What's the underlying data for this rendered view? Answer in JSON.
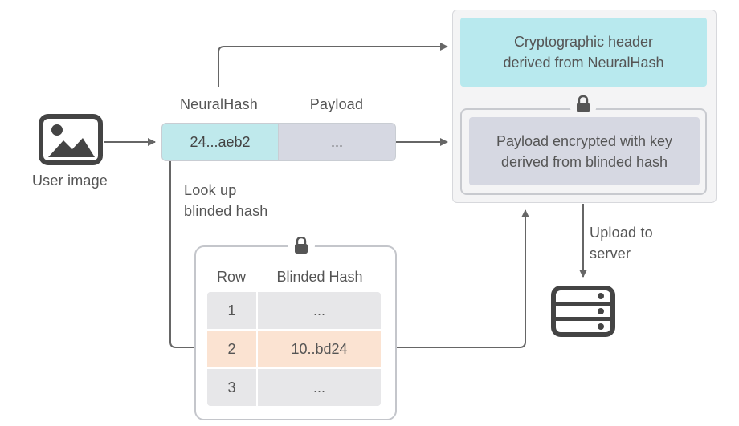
{
  "user_image": {
    "label": "User image",
    "icon": "image-icon"
  },
  "record": {
    "neuralhash_label": "NeuralHash",
    "payload_label": "Payload",
    "hash_value": "24...aeb2",
    "payload_value": "..."
  },
  "lookup_label": [
    "Look up",
    "blinded hash"
  ],
  "table": {
    "lock_icon": "lock-icon",
    "headers": {
      "row": "Row",
      "hash": "Blinded Hash"
    },
    "rows": [
      {
        "row": "1",
        "hash": "...",
        "highlight": false
      },
      {
        "row": "2",
        "hash": "10..bd24",
        "highlight": true
      },
      {
        "row": "3",
        "hash": "...",
        "highlight": false
      }
    ]
  },
  "voucher": {
    "header_text": [
      "Cryptographic header",
      "derived from NeuralHash"
    ],
    "lock_icon": "lock-icon",
    "payload_text": [
      "Payload encrypted with key",
      "derived from blinded hash"
    ]
  },
  "upload_label": [
    "Upload to",
    "server"
  ],
  "server": {
    "icon": "server-icon"
  },
  "colors": {
    "hash_cyan": "#bfe9ec",
    "payload_gray": "#d6d8e2",
    "highlight_peach": "#fbe3d2",
    "arrow": "#666666"
  }
}
